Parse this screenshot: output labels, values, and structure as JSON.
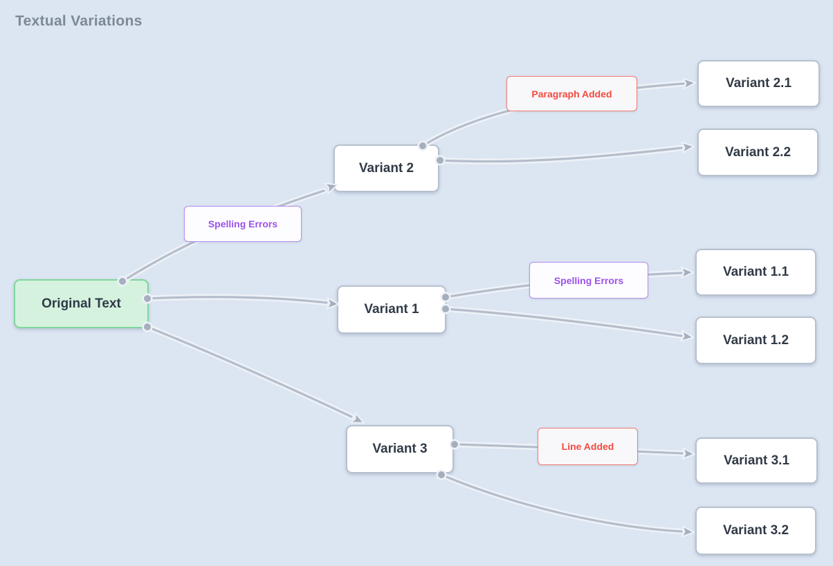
{
  "title": "Textual Variations",
  "colors": {
    "background": "#dce5f2",
    "node_fill": "#ffffff",
    "node_border": "#b7c0cd",
    "node_text": "#303a46",
    "source_fill": "#d5f2df",
    "source_border": "#7fd69c",
    "purple_accent": "#9b51ee",
    "purple_border": "#b78df0",
    "red_accent": "#f4493f",
    "red_border": "#f37970",
    "edge": "#b4bdca",
    "connector": "#a5afbe",
    "title_text": "#7e8996"
  },
  "nodes": {
    "original": {
      "label": "Original Text"
    },
    "variant2": {
      "label": "Variant 2"
    },
    "variant1": {
      "label": "Variant 1"
    },
    "variant3": {
      "label": "Variant 3"
    },
    "variant21": {
      "label": "Variant 2.1"
    },
    "variant22": {
      "label": "Variant 2.2"
    },
    "variant11": {
      "label": "Variant 1.1"
    },
    "variant12": {
      "label": "Variant 1.2"
    },
    "variant31": {
      "label": "Variant 3.1"
    },
    "variant32": {
      "label": "Variant 3.2"
    }
  },
  "edges": [
    {
      "from": "Original Text",
      "to": "Variant 2",
      "label": "Spelling Errors"
    },
    {
      "from": "Original Text",
      "to": "Variant 1",
      "label": ""
    },
    {
      "from": "Original Text",
      "to": "Variant 3",
      "label": ""
    },
    {
      "from": "Variant 2",
      "to": "Variant 2.1",
      "label": "Paragraph Added"
    },
    {
      "from": "Variant 2",
      "to": "Variant 2.2",
      "label": ""
    },
    {
      "from": "Variant 1",
      "to": "Variant 1.1",
      "label": "Spelling Errors"
    },
    {
      "from": "Variant 1",
      "to": "Variant 1.2",
      "label": ""
    },
    {
      "from": "Variant 3",
      "to": "Variant 3.1",
      "label": "Line Added"
    },
    {
      "from": "Variant 3",
      "to": "Variant 3.2",
      "label": ""
    }
  ]
}
